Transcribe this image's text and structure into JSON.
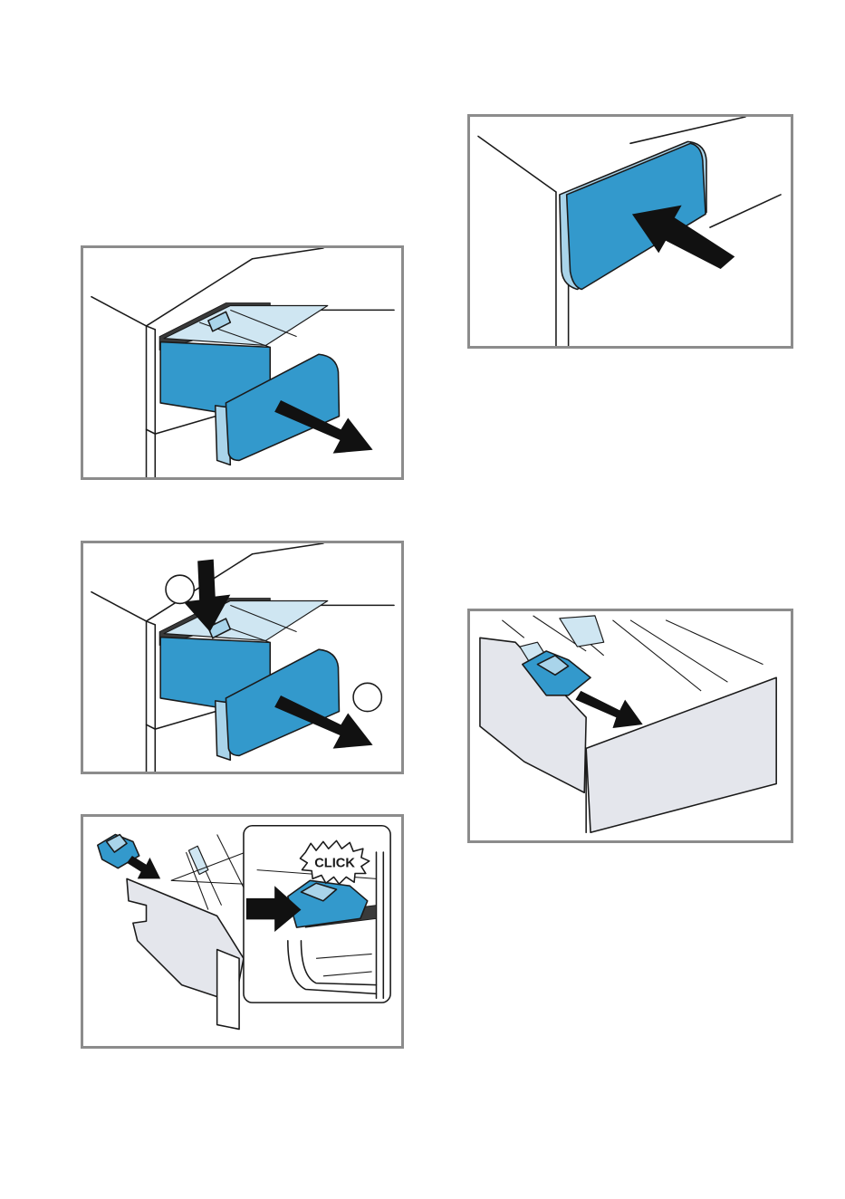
{
  "figures": [
    {
      "id": "figure-1"
    },
    {
      "id": "figure-2"
    },
    {
      "id": "figure-3",
      "callout_text": "CLICK"
    },
    {
      "id": "figure-4"
    },
    {
      "id": "figure-5"
    }
  ],
  "colors": {
    "accent_blue": "#3399cc",
    "light_blue": "#a9d4ea",
    "frame_grey": "#8c8c8c",
    "arrow_black": "#111111",
    "drawer_grey": "#e4e6ec"
  },
  "icons": [
    "pull-arrow-icon",
    "push-arrow-icon",
    "press-down-arrow-icon",
    "step-number-circle-icon",
    "click-burst-icon"
  ]
}
